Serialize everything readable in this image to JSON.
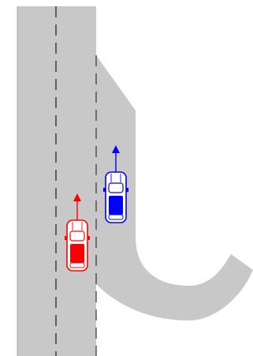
{
  "scene": {
    "road_color": "#c8c8c8",
    "road_edge_color": "#9a9a9a",
    "lane_marking_color": "#333333",
    "background_color": "#ffffff"
  },
  "vehicles": [
    {
      "name": "red-car",
      "color": "#ff0000",
      "direction": "up",
      "heading_arrow": true
    },
    {
      "name": "blue-car",
      "color": "#0000ff",
      "direction": "up",
      "heading_arrow": true
    }
  ]
}
